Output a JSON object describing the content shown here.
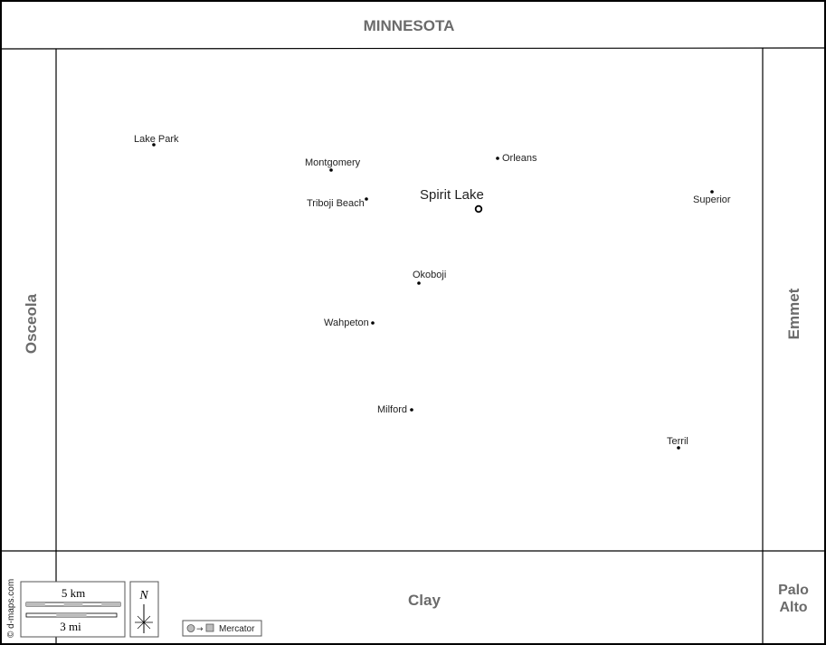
{
  "neighbors": {
    "north": "MINNESOTA",
    "west": "Osceola",
    "east": "Emmet",
    "south": "Clay",
    "southeast_line1": "Palo",
    "southeast_line2": "Alto"
  },
  "places": {
    "lake_park": "Lake Park",
    "montgomery": "Montgomery",
    "orleans": "Orleans",
    "triboji_beach": "Triboji Beach",
    "spirit_lake": "Spirit Lake",
    "superior": "Superior",
    "okoboji": "Okoboji",
    "wahpeton": "Wahpeton",
    "milford": "Milford",
    "terril": "Terril"
  },
  "scale": {
    "km": "5 km",
    "mi": "3 mi"
  },
  "north_arrow": "N",
  "projection": "Mercator",
  "credit": "© d-maps.com",
  "colors": {
    "border": "#000000",
    "label_gray": "#6b6b6b",
    "scale_fill": "#bdbdbd"
  }
}
